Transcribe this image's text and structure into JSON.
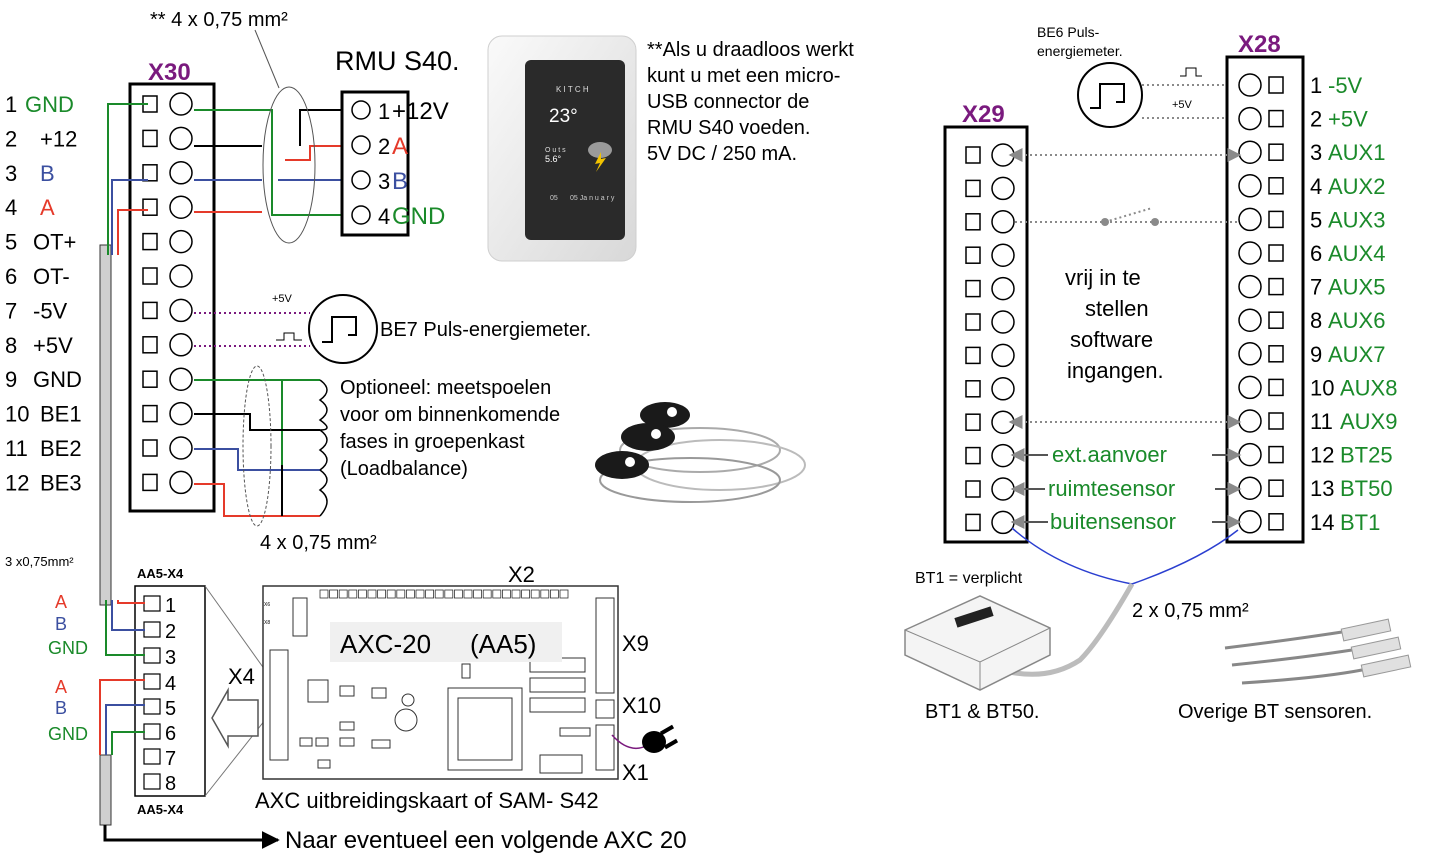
{
  "colors": {
    "black": "#000000",
    "green": "#1a8a2a",
    "red": "#e53a2a",
    "blue": "#3b4fa0",
    "purple": "#7a1a7e",
    "dot_gray": "#8a8a8a",
    "cable_gray": "#bcbcbc",
    "wire_blue": "#2b3fd0"
  },
  "x30": {
    "title": "X30",
    "rows": [
      {
        "num": "1",
        "label": "GND",
        "color": "green"
      },
      {
        "num": "2",
        "label": "+12",
        "color": "black"
      },
      {
        "num": "3",
        "label": "B",
        "color": "blue"
      },
      {
        "num": "4",
        "label": "A",
        "color": "red"
      },
      {
        "num": "5",
        "label": "OT+",
        "color": "black"
      },
      {
        "num": "6",
        "label": "OT-",
        "color": "black"
      },
      {
        "num": "7",
        "label": "-5V",
        "color": "black"
      },
      {
        "num": "8",
        "label": "+5V",
        "color": "black"
      },
      {
        "num": "9",
        "label": "GND",
        "color": "black"
      },
      {
        "num": "10",
        "label": "BE1",
        "color": "black"
      },
      {
        "num": "11",
        "label": "BE2",
        "color": "black"
      },
      {
        "num": "12",
        "label": "BE3",
        "color": "black"
      }
    ]
  },
  "rmu": {
    "title": "RMU S40.",
    "rows": [
      {
        "num": "1",
        "label": "+12V",
        "color": "black"
      },
      {
        "num": "2",
        "label": "A",
        "color": "red"
      },
      {
        "num": "3",
        "label": "B",
        "color": "blue"
      },
      {
        "num": "4",
        "label": "GND",
        "color": "green"
      }
    ],
    "cable_top": "** 4 x 0,75 mm²",
    "note_lines": [
      "**Als u draadloos werkt",
      "kunt u met een micro-",
      "USB connector de",
      "RMU S40 voeden.",
      "5V DC / 250 mA."
    ],
    "device_lines": [
      "K I T C H",
      "23°",
      "O u t s",
      "5.6°",
      "05",
      "05 Ja n u a r y"
    ]
  },
  "be7": {
    "label": "BE7 Puls-energiemeter.",
    "plus": "+5V"
  },
  "loadbalance": {
    "lines": [
      "Optioneel: meetspoelen",
      "voor om binnenkomende",
      "fases in groepenkast",
      "(Loadbalance)"
    ],
    "cable": "4 x 0,75 mm²"
  },
  "cable_left": "3 x0,75mm²",
  "aa5": {
    "title_top": "AA5-X4",
    "title_bottom": "AA5-X4",
    "rows": [
      "1",
      "2",
      "3",
      "4",
      "5",
      "6",
      "7",
      "8"
    ],
    "side_labels": [
      {
        "label": "A",
        "color": "red"
      },
      {
        "label": "B",
        "color": "blue"
      },
      {
        "label": "GND",
        "color": "green"
      },
      {
        "label": "A",
        "color": "red"
      },
      {
        "label": "B",
        "color": "blue"
      },
      {
        "label": "GND",
        "color": "green"
      }
    ]
  },
  "axc": {
    "name": "AXC-20",
    "code": "(AA5)",
    "x2": "X2",
    "x9": "X9",
    "x10": "X10",
    "x1": "X1",
    "x4": "X4",
    "x6": "X6",
    "x8": "X8",
    "caption": "AXC uitbreidingskaart of SAM- S42",
    "next": "Naar eventueel een volgende AXC 20"
  },
  "be6": {
    "label_lines": [
      "BE6 Puls-",
      "energiemeter."
    ],
    "plus": "+5V"
  },
  "x29": {
    "title": "X29"
  },
  "x28": {
    "title": "X28",
    "rows": [
      {
        "num": "1",
        "label": "-5V"
      },
      {
        "num": "2",
        "label": "+5V"
      },
      {
        "num": "3",
        "label": "AUX1"
      },
      {
        "num": "4",
        "label": "AUX2"
      },
      {
        "num": "5",
        "label": "AUX3"
      },
      {
        "num": "6",
        "label": "AUX4"
      },
      {
        "num": "7",
        "label": "AUX5"
      },
      {
        "num": "8",
        "label": "AUX6"
      },
      {
        "num": "9",
        "label": "AUX7"
      },
      {
        "num": "10",
        "label": "AUX8"
      },
      {
        "num": "11",
        "label": "AUX9"
      },
      {
        "num": "12",
        "label": "BT25"
      },
      {
        "num": "13",
        "label": "BT50"
      },
      {
        "num": "14",
        "label": "BT1"
      }
    ]
  },
  "middle_lines": [
    "vrij in te",
    "stellen",
    "software",
    "ingangen."
  ],
  "sensor_links": [
    "ext.aanvoer",
    "ruimtesensor",
    "buitensensor"
  ],
  "bt": {
    "required": "BT1 = verplicht",
    "cable": "2 x 0,75 mm²",
    "caption_left": "BT1 & BT50.",
    "caption_right": "Overige BT sensoren."
  }
}
